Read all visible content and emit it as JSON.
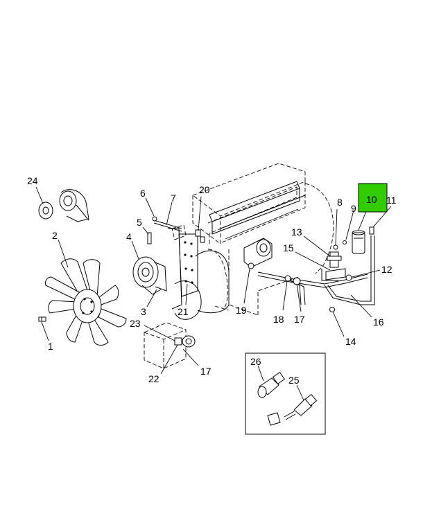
{
  "highlight_color": "#33cc00",
  "callouts": {
    "c1": "1",
    "c2": "2",
    "c3": "3",
    "c4": "4",
    "c5": "5",
    "c6": "6",
    "c7": "7",
    "c8": "8",
    "c9": "9",
    "c10": "10",
    "c11": "11",
    "c12": "12",
    "c13": "13",
    "c14": "14",
    "c15": "15",
    "c16": "16",
    "c17": "17",
    "c17b": "17",
    "c18": "18",
    "c19": "19",
    "c20": "20",
    "c21": "21",
    "c22": "22",
    "c23": "23",
    "c24": "24",
    "c25": "25",
    "c26": "26"
  },
  "highlighted_callout": "10"
}
